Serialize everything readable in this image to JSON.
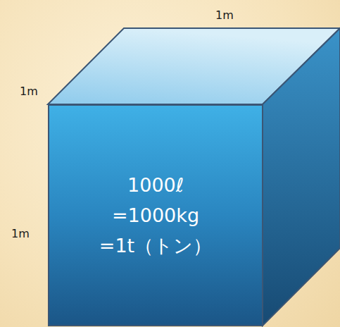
{
  "diagram": {
    "nodes": [
      {
        "text": [
          "1000ℓ",
          "=1000kg",
          "=1t（トン）"
        ]
      }
    ],
    "labels": [
      "1m",
      "1m",
      "1m"
    ]
  }
}
